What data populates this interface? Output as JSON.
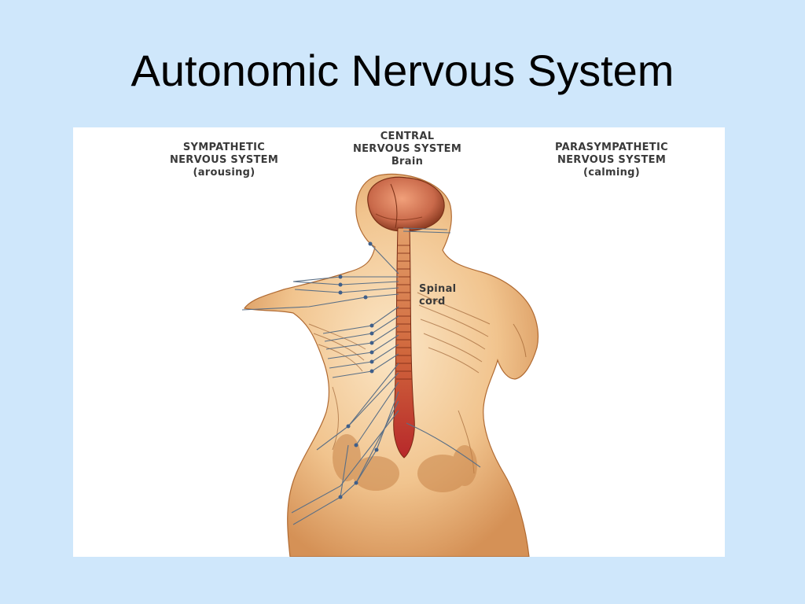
{
  "slide": {
    "title": "Autonomic Nervous System"
  },
  "figure": {
    "sympathetic": {
      "line1": "SYMPATHETIC",
      "line2": "NERVOUS SYSTEM",
      "line3": "(arousing)"
    },
    "central": {
      "line1": "CENTRAL",
      "line2": "NERVOUS SYSTEM",
      "line3": "Brain"
    },
    "parasympathetic": {
      "line1": "PARASYMPATHETIC",
      "line2": "NERVOUS SYSTEM",
      "line3": "(calming)"
    },
    "spinal": {
      "line1": "Spinal",
      "line2": "cord"
    }
  },
  "colors": {
    "background": "#cfe7fb",
    "skin": "#f3c892",
    "skin_shadow": "#c9854a",
    "brain": "#c9694a",
    "spinal_cord": "#c0392b",
    "nerve": "#5a6f86"
  }
}
